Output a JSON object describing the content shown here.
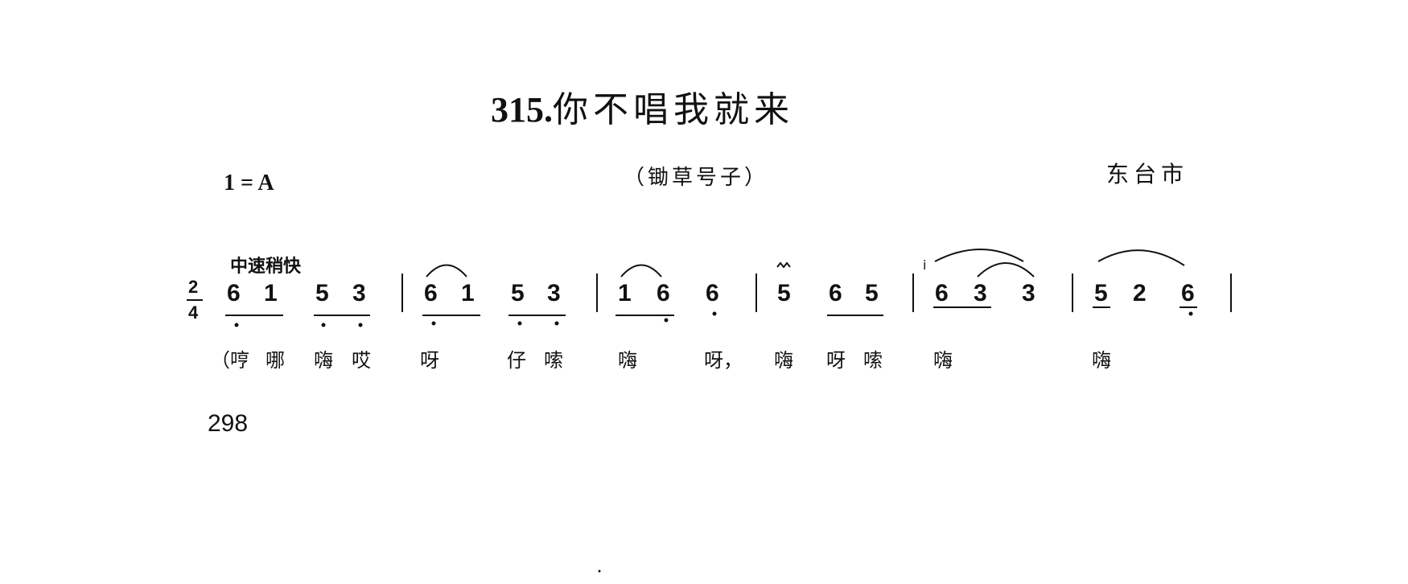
{
  "title": {
    "number": "315.",
    "text": "你不唱我就来"
  },
  "key": "1 = A",
  "genre": "（锄草号子）",
  "place": "东台市",
  "tempo": "中速稍快",
  "time_signature": {
    "top": "2",
    "bottom": "4"
  },
  "notes": [
    "6",
    "1",
    "5",
    "3",
    "6",
    "1",
    "5",
    "3",
    "1",
    "6",
    "6",
    "5",
    "6",
    "5",
    "6",
    "3",
    "3",
    "5",
    "2",
    "6"
  ],
  "grace_notes": [
    "i"
  ],
  "lyrics": [
    "（哼",
    "哪",
    "嗨",
    "哎",
    "呀",
    "仔",
    "嗦",
    "嗨",
    "呀，",
    "嗨",
    "呀",
    "嗦",
    "嗨",
    "嗨"
  ],
  "page_number": "298",
  "line_color": "#111111"
}
